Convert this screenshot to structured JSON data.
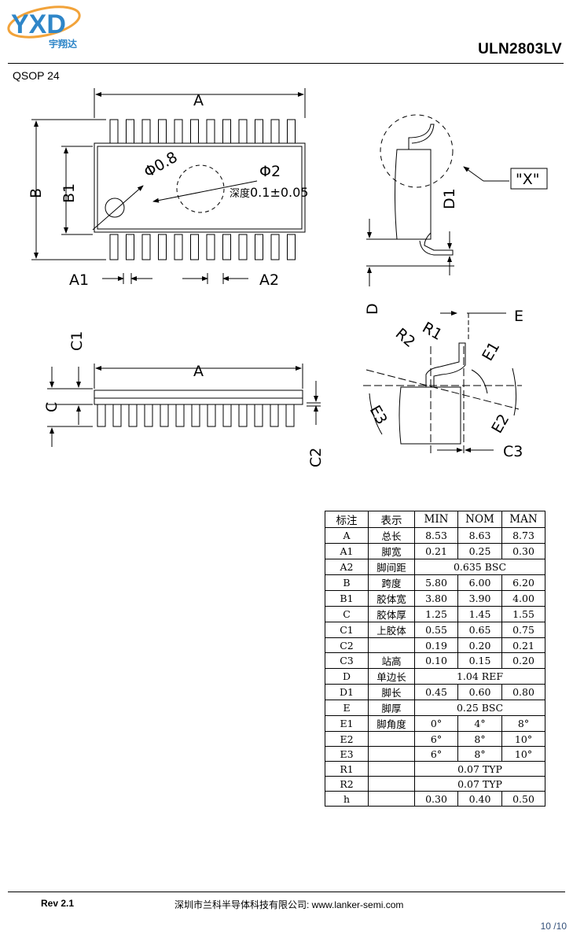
{
  "header": {
    "logo_text": "YXD",
    "logo_subtitle": "宇翔达",
    "part_number": "ULN2803LV"
  },
  "package_name": "QSOP 24",
  "drawing_labels": {
    "A": "A",
    "A1": "A1",
    "A2": "A2",
    "B": "B",
    "B1": "B1",
    "C": "C",
    "C1": "C1",
    "C2": "C2",
    "C3": "C3",
    "D": "D",
    "D1": "D1",
    "E": "E",
    "E1": "E1",
    "E2": "E2",
    "E3": "E3",
    "R1": "R1",
    "R2": "R2",
    "detail_x": "\"X\"",
    "dia_small": "Φ0.8",
    "dia_large": "Φ2",
    "depth_note_cn": "深度",
    "depth_note": "0.1±0.05"
  },
  "table": {
    "headers": [
      "标注",
      "表示",
      "MIN",
      "NOM",
      "MAN"
    ],
    "rows": [
      [
        "A",
        "总长",
        "8.53",
        "8.63",
        "8.73"
      ],
      [
        "A1",
        "脚宽",
        "0.21",
        "0.25",
        "0.30"
      ],
      [
        "A2",
        "脚间距",
        "0.635 BSC"
      ],
      [
        "B",
        "跨度",
        "5.80",
        "6.00",
        "6.20"
      ],
      [
        "B1",
        "胶体宽",
        "3.80",
        "3.90",
        "4.00"
      ],
      [
        "C",
        "胶体厚",
        "1.25",
        "1.45",
        "1.55"
      ],
      [
        "C1",
        "上胶体",
        "0.55",
        "0.65",
        "0.75"
      ],
      [
        "C2",
        "",
        "0.19",
        "0.20",
        "0.21"
      ],
      [
        "C3",
        "站高",
        "0.10",
        "0.15",
        "0.20"
      ],
      [
        "D",
        "单边长",
        "1.04 REF"
      ],
      [
        "D1",
        "脚长",
        "0.45",
        "0.60",
        "0.80"
      ],
      [
        "E",
        "脚厚",
        "0.25 BSC"
      ],
      [
        "E1",
        "脚角度",
        "0°",
        "4°",
        "8°"
      ],
      [
        "E2",
        "",
        "6°",
        "8°",
        "10°"
      ],
      [
        "E3",
        "",
        "6°",
        "8°",
        "10°"
      ],
      [
        "R1",
        "",
        "0.07 TYP"
      ],
      [
        "R2",
        "",
        "0.07 TYP"
      ],
      [
        "h",
        "",
        "0.30",
        "0.40",
        "0.50"
      ]
    ]
  },
  "footer": {
    "revision": "Rev 2.1",
    "company": "深圳市兰科半导体科技有限公司: www.lanker-semi.com",
    "page": "10 /10"
  },
  "colors": {
    "logo_blue": "#2f86c8",
    "logo_orange": "#f2a33a",
    "page_number": "#33507a"
  }
}
